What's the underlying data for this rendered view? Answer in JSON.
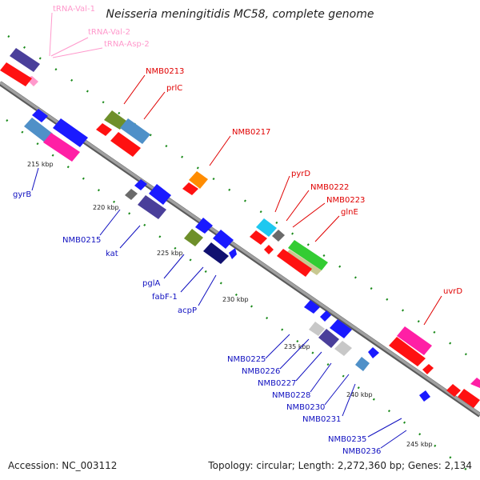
{
  "header": {
    "title": "Neisseria meningitidis MC58, complete genome"
  },
  "footer": {
    "accession": "Accession: NC_003112",
    "topology": "Topology: circular; Length: 2,272,360 bp; Genes: 2,134"
  },
  "colors": {
    "backbone": "#8a8a8a",
    "red": "#ff1111",
    "blue": "#1a1aff",
    "steel": "#4f90c8",
    "olive": "#6e8f2a",
    "orange": "#ff8c00",
    "magenta": "#ff1fa5",
    "purple": "#4a3f9a",
    "navy": "#101070",
    "gray": "#6a6a6a",
    "lightgray": "#c8c8c8",
    "cyan": "#1ec8f0",
    "green": "#33cc33",
    "khaki": "#c8c890",
    "label_red": "#e00000",
    "label_blue": "#1010c0",
    "label_pink": "#ff99cc",
    "tick_green": "#1a8a1a"
  },
  "ruler": [
    "215 kbp",
    "220 kbp",
    "225 kbp",
    "230 kbp",
    "235 kbp",
    "240 kbp",
    "245 kbp"
  ],
  "labels": {
    "trna_val_1": "tRNA-Val-1",
    "trna_val_2": "tRNA-Val-2",
    "trna_asp_2": "tRNA-Asp-2",
    "nmb0213": "NMB0213",
    "prlc": "prlC",
    "nmb0217": "NMB0217",
    "pyrd": "pyrD",
    "nmb0222": "NMB0222",
    "nmb0223": "NMB0223",
    "glne": "glnE",
    "uvrd": "uvrD",
    "gyrb": "gyrB",
    "nmb0215": "NMB0215",
    "kat": "kat",
    "pgla": "pglA",
    "fabf1": "fabF-1",
    "acpp": "acpP",
    "nmb0225": "NMB0225",
    "nmb0226": "NMB0226",
    "nmb0227": "NMB0227",
    "nmb0228": "NMB0228",
    "nmb0230": "NMB0230",
    "nmb0231": "NMB0231",
    "nmb0235": "NMB0235",
    "nmb0236": "NMB0236"
  }
}
